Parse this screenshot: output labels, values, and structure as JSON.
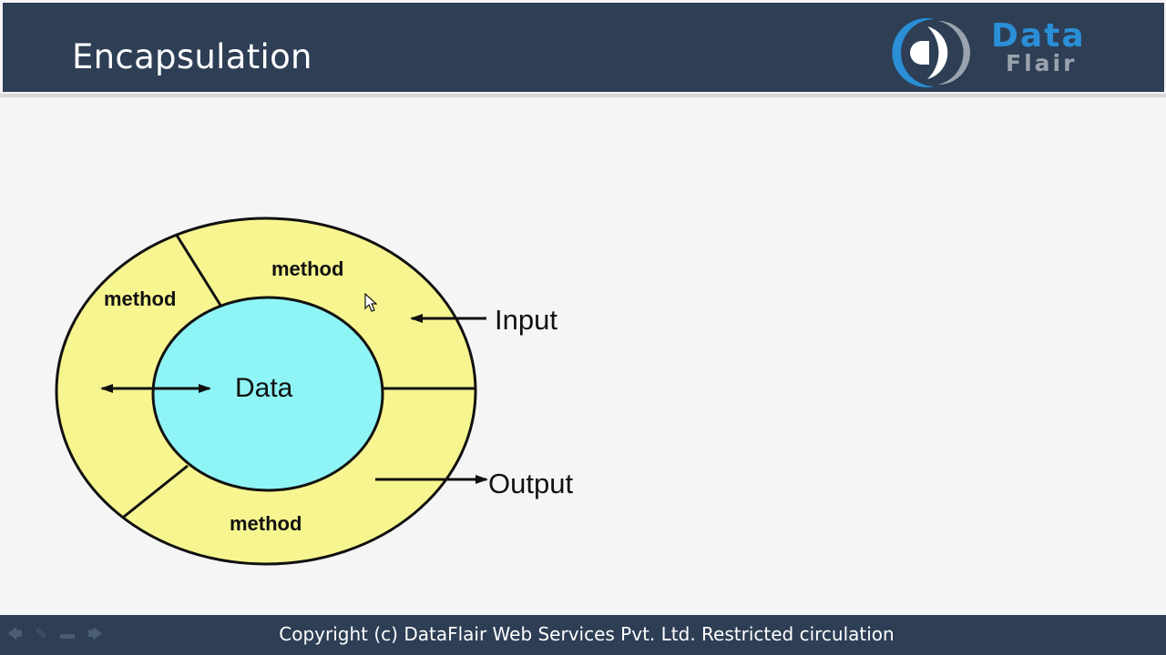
{
  "slide": {
    "title": "Encapsulation"
  },
  "logo": {
    "line1": "Data",
    "line2": "Flair"
  },
  "diagram": {
    "center_label": "Data",
    "method_labels": [
      "method",
      "method",
      "method"
    ],
    "input_label": "Input",
    "output_label": "Output"
  },
  "footer": {
    "copyright": "Copyright (c) DataFlair Web Services Pvt. Ltd. Restricted circulation",
    "nav_icons": [
      "back-arrow-icon",
      "pen-icon",
      "screen-icon",
      "forward-arrow-icon"
    ]
  },
  "colors": {
    "header": "#2d3e55",
    "outer_ring": "#f7f58f",
    "inner_circle": "#8ff4f5",
    "logo_blue": "#2a8fd6",
    "logo_gray": "#9aa3ad"
  }
}
